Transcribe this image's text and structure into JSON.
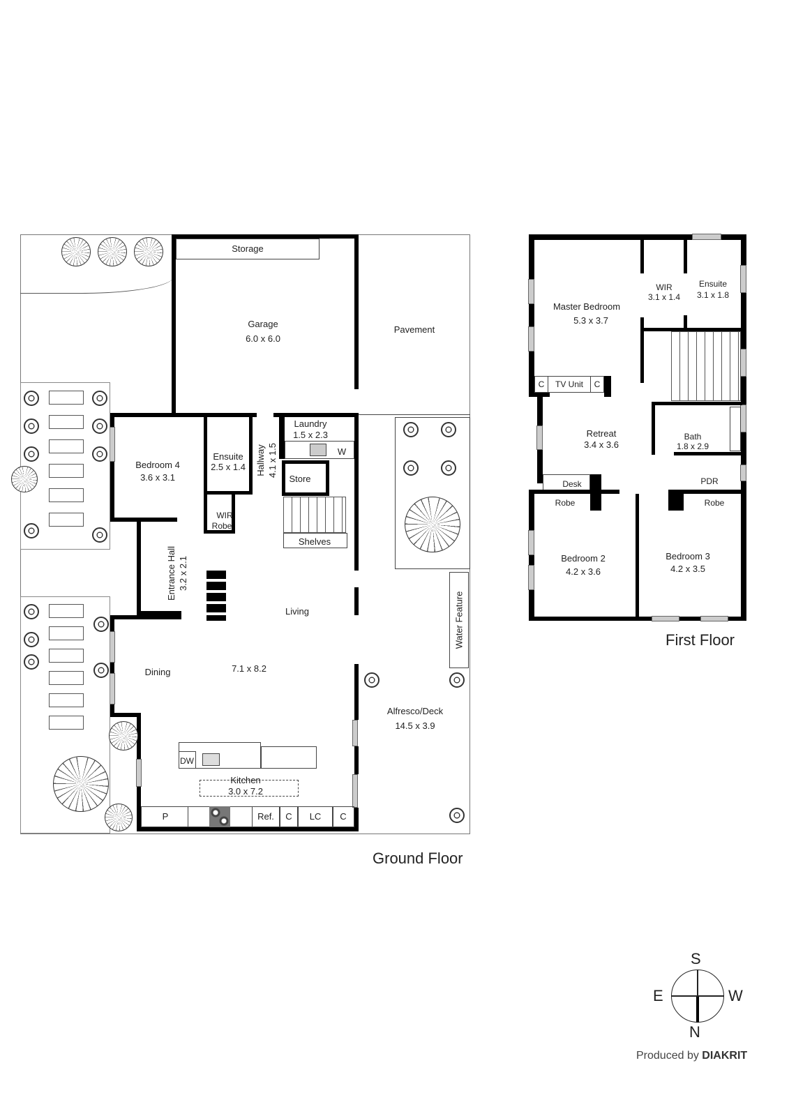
{
  "ground_floor": {
    "title": "Ground Floor",
    "rooms": {
      "storage": {
        "name": "Storage"
      },
      "garage": {
        "name": "Garage",
        "size": "6.0 x 6.0"
      },
      "pavement": {
        "name": "Pavement"
      },
      "laundry": {
        "name": "Laundry",
        "size": "1.5 x 2.3"
      },
      "laundry_w": {
        "name": "W"
      },
      "bedroom4": {
        "name": "Bedroom 4",
        "size": "3.6 x 3.1"
      },
      "ensuite": {
        "name": "Ensuite",
        "size": "2.5 x 1.4"
      },
      "hallway": {
        "name": "Hallway",
        "size": "4.1 x 1.5"
      },
      "store": {
        "name": "Store"
      },
      "wir": {
        "name": "WIR"
      },
      "robe": {
        "name": "Robe"
      },
      "shelves": {
        "name": "Shelves"
      },
      "entrance_hall": {
        "name": "Entrance Hall",
        "size": "3.2 x 2.1"
      },
      "living": {
        "name": "Living",
        "size": "7.1 x 8.2"
      },
      "dining": {
        "name": "Dining"
      },
      "water_feature": {
        "name": "Water Feature"
      },
      "alfresco": {
        "name": "Alfresco/Deck",
        "size": "14.5 x 3.9"
      },
      "kitchen": {
        "name": "Kitchen",
        "size": "3.0 x 7.2"
      }
    },
    "kitchen_fixtures": [
      "DW",
      "P",
      "Ref.",
      "C",
      "LC",
      "C"
    ]
  },
  "first_floor": {
    "title": "First Floor",
    "rooms": {
      "master": {
        "name": "Master Bedroom",
        "size": "5.3 x 3.7"
      },
      "wir": {
        "name": "WIR",
        "size": "3.1 x 1.4"
      },
      "ensuite": {
        "name": "Ensuite",
        "size": "3.1 x 1.8"
      },
      "tv_unit": {
        "name": "TV Unit"
      },
      "tv_c1": {
        "name": "C"
      },
      "tv_c2": {
        "name": "C"
      },
      "retreat": {
        "name": "Retreat",
        "size": "3.4 x 3.6"
      },
      "bath": {
        "name": "Bath",
        "size": "1.8 x 2.9"
      },
      "pdr": {
        "name": "PDR"
      },
      "desk": {
        "name": "Desk"
      },
      "robe1": {
        "name": "Robe"
      },
      "robe2": {
        "name": "Robe"
      },
      "bedroom2": {
        "name": "Bedroom 2",
        "size": "4.2 x 3.6"
      },
      "bedroom3": {
        "name": "Bedroom 3",
        "size": "4.2 x 3.5"
      }
    }
  },
  "compass": {
    "top": "S",
    "left": "E",
    "right": "W",
    "bottom": "N"
  },
  "credit": {
    "prefix": "Produced by",
    "brand": "DIAKRIT"
  }
}
